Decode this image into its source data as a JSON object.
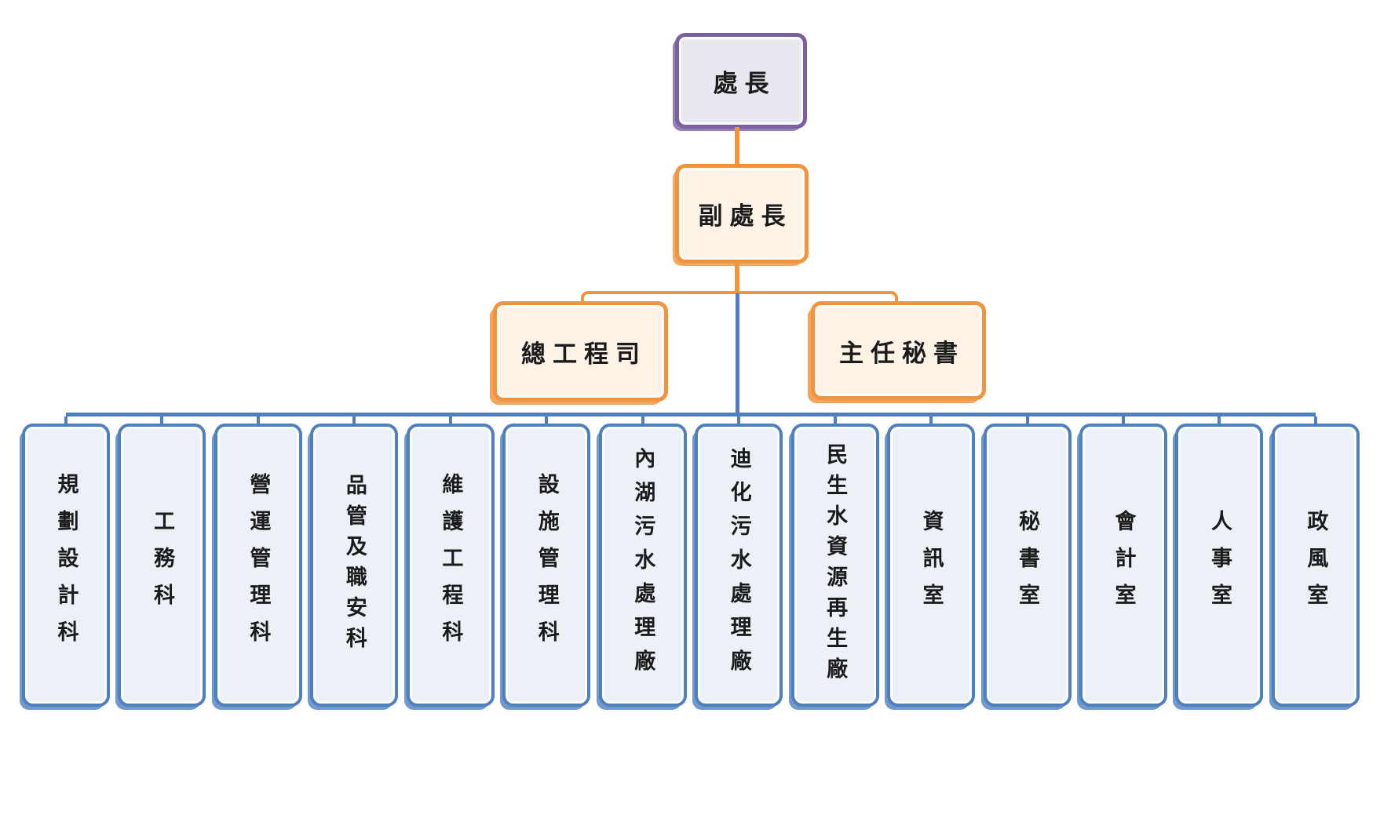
{
  "org": {
    "director": "處長",
    "deputy_director": "副處長",
    "chief_engineer": "總工程司",
    "chief_secretary": "主任秘書",
    "departments": [
      "規劃設計科",
      "工務科",
      "營運管理科",
      "品管及職安科",
      "維護工程科",
      "設施管理科",
      "內湖污水處理廠",
      "迪化污水處理廠",
      "民生水資源再生廠",
      "資訊室",
      "秘書室",
      "會計室",
      "人事室",
      "政風室"
    ]
  },
  "colors": {
    "director_border": "#7B5FA5",
    "director_fill": "#E9E7F0",
    "staff_border": "#F2943E",
    "staff_fill": "#FDF2E6",
    "department_border": "#4E7FBE",
    "department_fill": "#ECF1F8",
    "trunk_line_blue": "#4E7FBE",
    "branch_line_orange": "#F2943E",
    "text": "#1b1b1b"
  }
}
